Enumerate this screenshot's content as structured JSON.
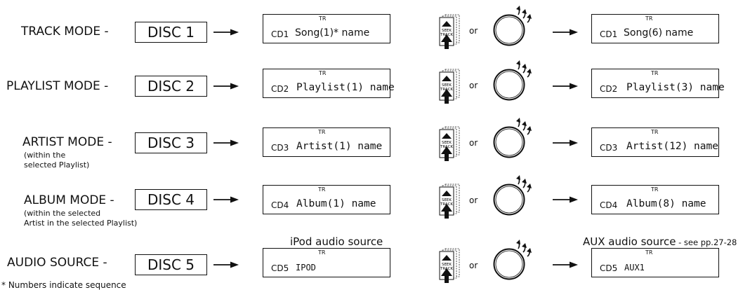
{
  "rows": [
    {
      "mode": "TRACK MODE -",
      "sub": [],
      "disc": "DISC 1",
      "lcd_disc": "CD1",
      "lcd_tr": "TR",
      "first": "Song(1)* name",
      "last": "Song(6) name"
    },
    {
      "mode": "PLAYLIST MODE -",
      "sub": [],
      "disc": "DISC 2",
      "lcd_disc": "CD2",
      "lcd_tr": "TR",
      "first": "Playlist(1) name",
      "last": "Playlist(3) name"
    },
    {
      "mode": "ARTIST MODE -",
      "sub": [
        "(within the",
        "selected Playlist)"
      ],
      "disc": "DISC 3",
      "lcd_disc": "CD3",
      "lcd_tr": "TR",
      "first": "Artist(1) name",
      "last": "Artist(12) name"
    },
    {
      "mode": "ALBUM MODE -",
      "sub": [
        "(within the selected",
        "Artist in the selected Playlist)"
      ],
      "disc": "DISC 4",
      "lcd_disc": "CD4",
      "lcd_tr": "TR",
      "first": "Album(1) name",
      "last": "Album(8) name"
    },
    {
      "mode": "AUDIO SOURCE -",
      "sub": [],
      "disc": "DISC 5",
      "lcd_disc": "CD5",
      "lcd_tr": "TR",
      "first": "IPOD",
      "last": "AUX1"
    }
  ],
  "seek_button": {
    "line1": "SEEK",
    "line2": "TRACK"
  },
  "or_text": "or",
  "captions": {
    "ipod": "iPod audio source",
    "aux": "AUX audio source",
    "aux_ref": " - see pp.27-28"
  },
  "footnote": "* Numbers indicate sequence"
}
